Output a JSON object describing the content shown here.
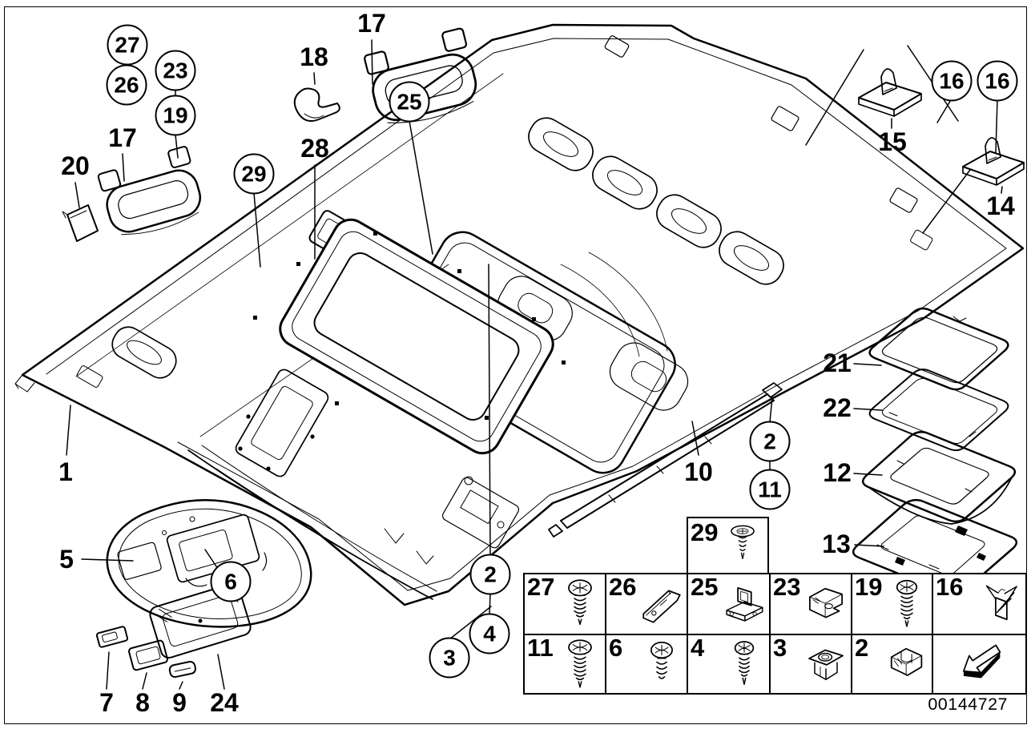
{
  "figure": {
    "description": "exploded parts diagram - headlining and roof trim",
    "id_number": "00144727"
  },
  "callouts": {
    "c27": {
      "label": "27"
    },
    "c26": {
      "label": "26"
    },
    "c23": {
      "label": "23"
    },
    "c19": {
      "label": "19"
    },
    "c25": {
      "label": "25"
    },
    "c29": {
      "label": "29"
    },
    "c16a": {
      "label": "16"
    },
    "c16b": {
      "label": "16"
    },
    "c2_right": {
      "label": "2"
    },
    "c11_right": {
      "label": "11"
    },
    "c6": {
      "label": "6"
    },
    "c2_bottom": {
      "label": "2"
    },
    "c4": {
      "label": "4"
    },
    "c3": {
      "label": "3"
    },
    "p1": {
      "label": "1"
    },
    "p5": {
      "label": "5"
    },
    "p7": {
      "label": "7"
    },
    "p8": {
      "label": "8"
    },
    "p9": {
      "label": "9"
    },
    "p10": {
      "label": "10"
    },
    "p12": {
      "label": "12"
    },
    "p13": {
      "label": "13"
    },
    "p14": {
      "label": "14"
    },
    "p15": {
      "label": "15"
    },
    "p17_left": {
      "label": "17"
    },
    "p17_top": {
      "label": "17"
    },
    "p18": {
      "label": "18"
    },
    "p20": {
      "label": "20"
    },
    "p21": {
      "label": "21"
    },
    "p22": {
      "label": "22"
    },
    "p24": {
      "label": "24"
    },
    "p28": {
      "label": "28"
    }
  },
  "legend": {
    "screw_cell": {
      "number": "29",
      "icon": "countersunk-screw"
    },
    "rows": [
      [
        {
          "number": "27",
          "icon": "pan-head-screw"
        },
        {
          "number": "26",
          "icon": "bracket-rail"
        },
        {
          "number": "25",
          "icon": "frame-clip"
        },
        {
          "number": "23",
          "icon": "u-clip"
        },
        {
          "number": "19",
          "icon": "long-screw"
        },
        {
          "number": "16",
          "icon": "spring-clip"
        }
      ],
      [
        {
          "number": "11",
          "icon": "long-pan-screw"
        },
        {
          "number": "6",
          "icon": "short-pan-screw"
        },
        {
          "number": "4",
          "icon": "oval-head-screw"
        },
        {
          "number": "3",
          "icon": "expanding-nut"
        },
        {
          "number": "2",
          "icon": "trim-clip"
        },
        {
          "number": "",
          "icon": "direction-arrow"
        }
      ]
    ]
  }
}
